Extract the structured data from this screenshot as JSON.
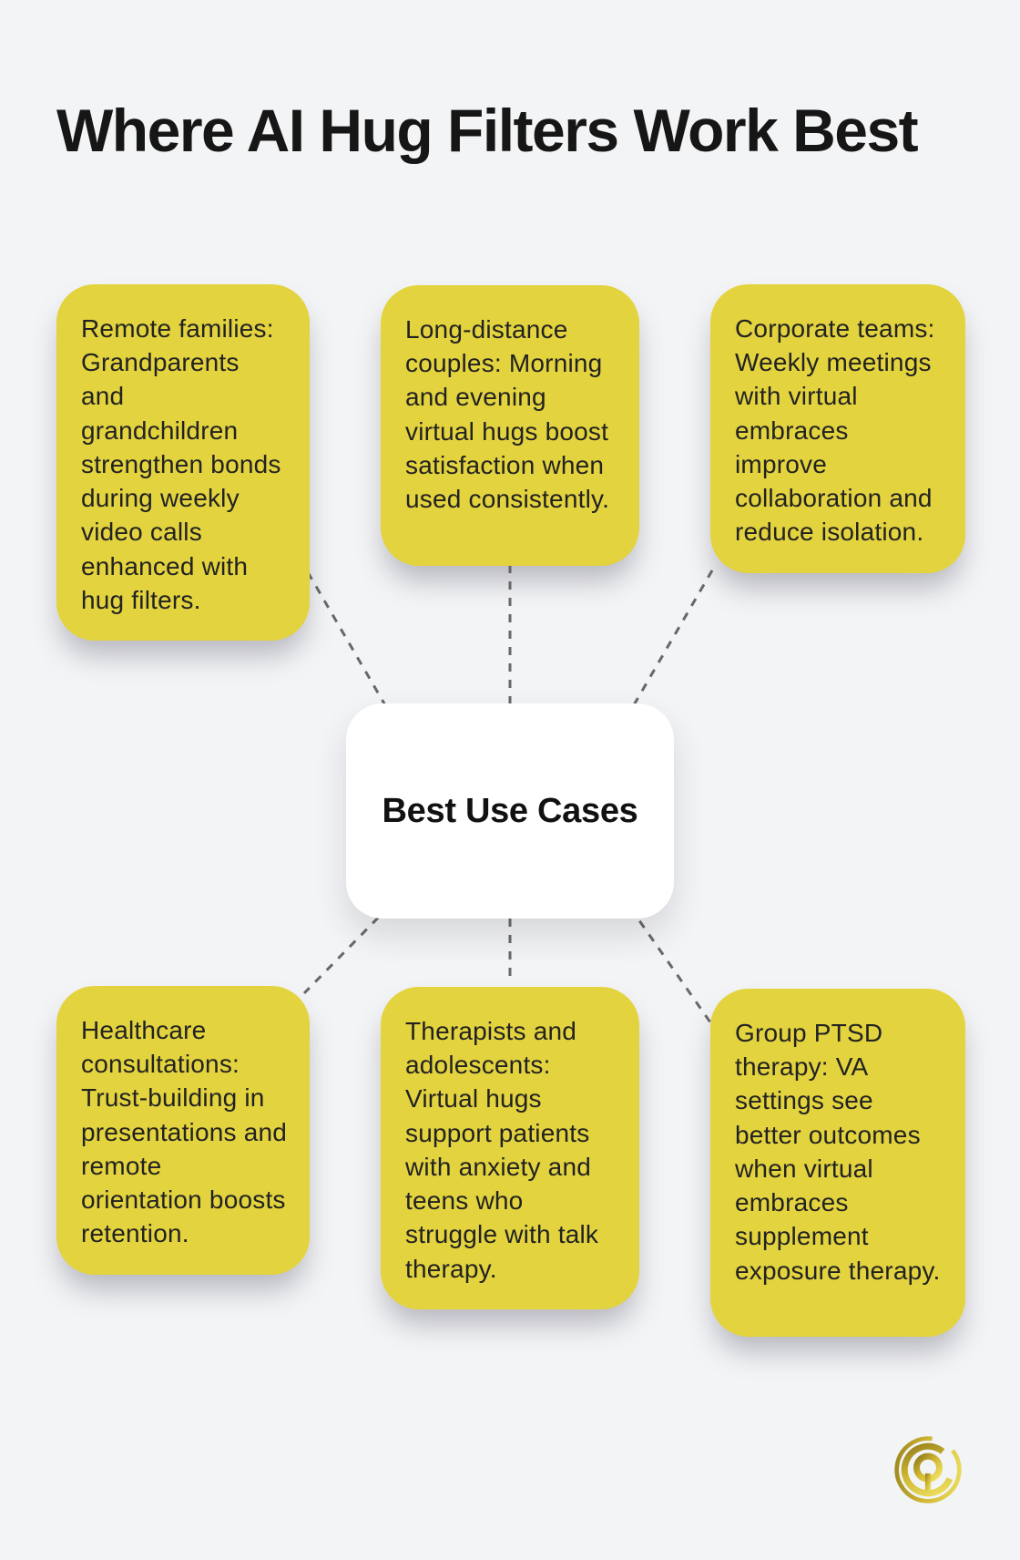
{
  "page": {
    "title": "Where AI Hug Filters Work Best"
  },
  "diagram": {
    "center_label": "Best Use Cases",
    "use_cases": [
      {
        "id": "remote-families",
        "text": "Remote families: Grandparents and grandchildren strengthen bonds during weekly video calls enhanced with hug filters."
      },
      {
        "id": "long-distance-couples",
        "text": "Long-distance couples: Morning and evening virtual hugs boost satisfaction when used consistently."
      },
      {
        "id": "corporate-teams",
        "text": "Corporate teams: Weekly meetings with virtual embraces improve collaboration and reduce isolation."
      },
      {
        "id": "healthcare-consultations",
        "text": "Healthcare consultations: Trust-building in presentations and remote orientation boosts retention."
      },
      {
        "id": "therapists-adolescents",
        "text": "Therapists and adolescents: Virtual hugs support patients with anxiety and teens who struggle with talk therapy."
      },
      {
        "id": "group-ptsd-therapy",
        "text": "Group PTSD therapy: VA settings see better outcomes when virtual embraces supplement exposure therapy."
      }
    ]
  },
  "icons": {
    "logo": "gold-q-ring-logo"
  },
  "colors": {
    "background": "#f3f4f6",
    "node_bg": "#e3d33e",
    "node_text": "#222222",
    "title_color": "#161616",
    "connector": "#686868",
    "center_bg": "#ffffff",
    "center_text": "#111111",
    "logo_gold_dark": "#8f7a1c",
    "logo_gold_mid": "#cdb530",
    "logo_gold_light": "#f2e565"
  }
}
